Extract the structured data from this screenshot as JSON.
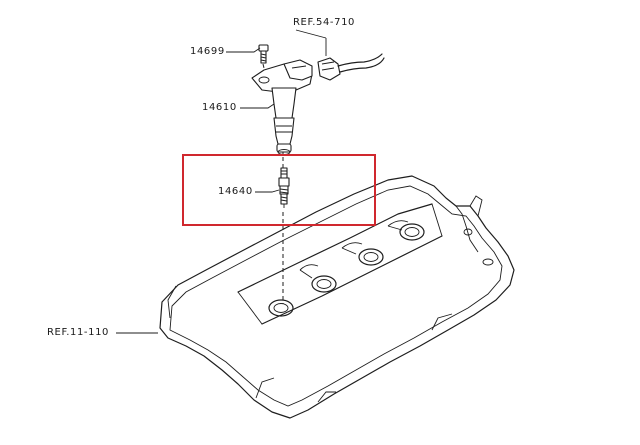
{
  "labels": {
    "ref_top": "REF.54-710",
    "bolt": "14699",
    "coil": "14610",
    "plug": "14640",
    "ref_head": "REF.11-110"
  },
  "colors": {
    "highlight": "#d0282e",
    "line": "#1e1e1e",
    "background": "#ffffff"
  }
}
